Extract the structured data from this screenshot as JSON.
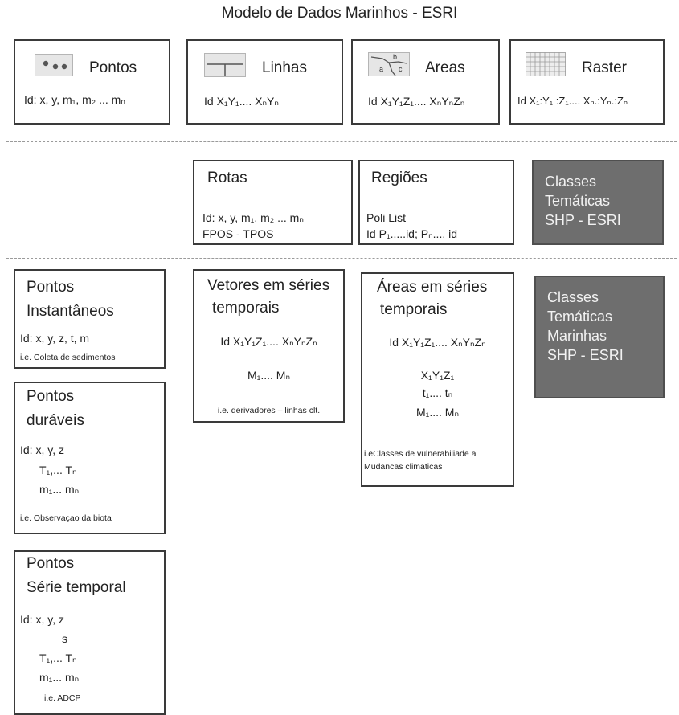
{
  "title": "Modelo de Dados Marinhos - ESRI",
  "row1": {
    "pontos": {
      "label": "Pontos",
      "formula": "Id: x, y, m₁, m₂ ... mₙ",
      "icon": "points-icon"
    },
    "linhas": {
      "label": "Linhas",
      "formula": "Id X₁Y₁.... XₙYₙ",
      "icon": "lines-icon"
    },
    "areas": {
      "label": "Areas",
      "formula": "Id X₁Y₁Z₁.... XₙYₙZₙ",
      "icon": "areas-icon",
      "icon_letters": [
        "a",
        "b",
        "c"
      ]
    },
    "raster": {
      "label": "Raster",
      "formula": "Id X₁:Y₁ :Z₁.... Xₙ.:Yₙ.:Zₙ",
      "icon": "grid-icon"
    }
  },
  "row2": {
    "rotas": {
      "label": "Rotas",
      "line1": "Id: x, y, m₁, m₂ ... mₙ",
      "line2": "FPOS - TPOS"
    },
    "regioes": {
      "label": "Regiões",
      "line1": "Poli List",
      "line2": "Id P₁.....id; Pₙ.... id"
    },
    "classes_shp": {
      "lines": [
        "Classes",
        "Temáticas",
        "SHP - ESRI"
      ]
    }
  },
  "row3": {
    "pontos_inst": {
      "title1": "Pontos",
      "title2": "Instantâneos",
      "formula": "Id: x, y, z, t, m",
      "example": "i.e. Coleta de sedimentos"
    },
    "pontos_dur": {
      "title1": "Pontos",
      "title2": "duráveis",
      "l1": "Id: x, y, z",
      "l2": "T₁,... Tₙ",
      "l3": "m₁... mₙ",
      "example": "i.e. Observaçao da biota"
    },
    "pontos_serie": {
      "title1": "Pontos",
      "title2": "Série temporal",
      "l1": "Id: x, y, z",
      "l2": "s",
      "l3": "T₁,... Tₙ",
      "l4": "m₁... mₙ",
      "example": "i.e. ADCP"
    },
    "vetores": {
      "title1": "Vetores em séries",
      "title2": "temporais",
      "formula": "Id X₁Y₁Z₁.... XₙYₙZₙ",
      "m": "M₁.... Mₙ",
      "example": "i.e. derivadores – linhas clt."
    },
    "areas_serie": {
      "title1": "Áreas em séries",
      "title2": "temporais",
      "formula": "Id X₁Y₁Z₁.... XₙYₙZₙ",
      "xyz": "X₁Y₁Z₁",
      "t": "t₁.... tₙ",
      "m": "M₁.... Mₙ",
      "example1": "i.eClasses de vulnerabiliade a",
      "example2": "Mudancas climaticas"
    },
    "classes_marinhas": {
      "lines": [
        "Classes",
        "Temáticas",
        "Marinhas",
        "SHP - ESRI"
      ]
    }
  }
}
